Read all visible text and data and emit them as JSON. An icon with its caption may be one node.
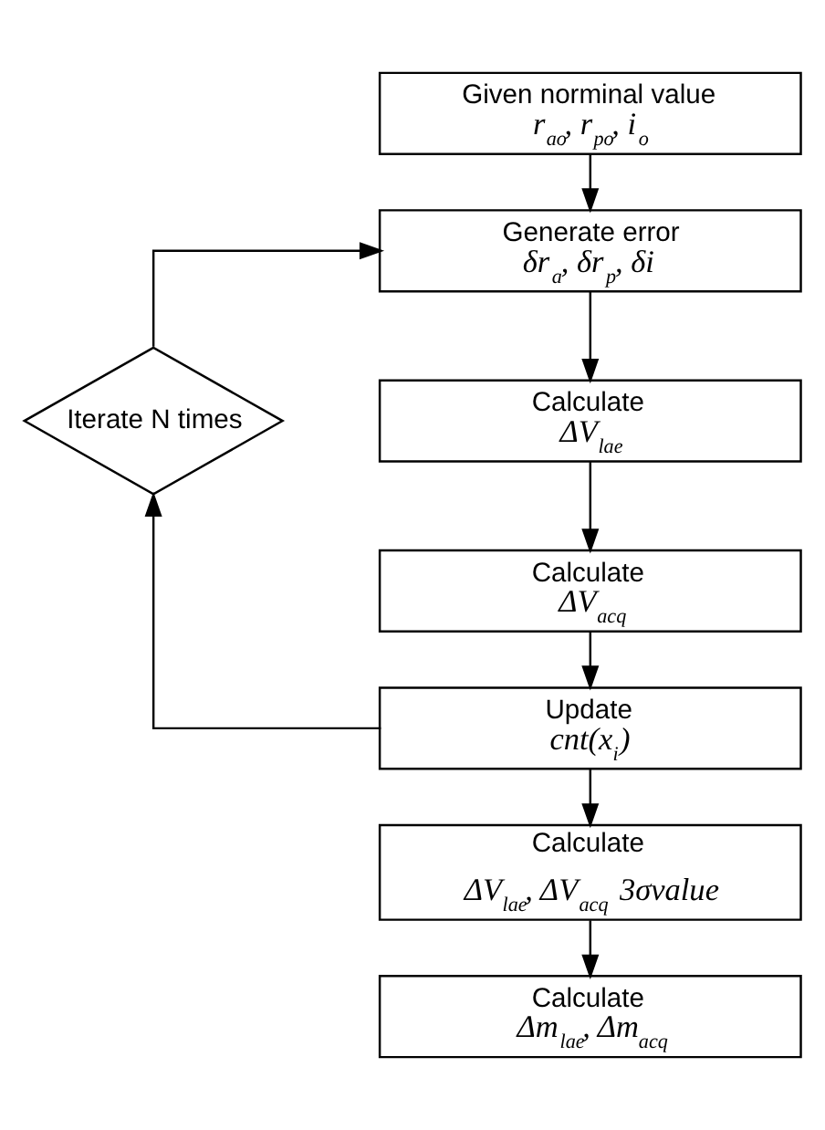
{
  "diagram": {
    "nodes": [
      {
        "text": [
          "Given norminal value",
          "r$_{ao}$, r$_{po}$, i$_{o}$"
        ]
      },
      {
        "text": [
          "Generate error",
          "δr$_{a}$, δr$_{p}$, δi"
        ]
      },
      {
        "text": [
          "Calculate",
          "ΔV$_{lae}$"
        ]
      },
      {
        "text": [
          "Calculate",
          "ΔV$_{acq}$"
        ]
      },
      {
        "text": [
          "Update",
          "cnt(x$_{i}$)"
        ]
      },
      {
        "text": [
          "Calculate",
          "ΔV$_{lae}$, ΔV$_{acq}$ 3σvalue"
        ]
      },
      {
        "text": [
          "Calculate",
          "Δm$_{lae}$, Δm$_{acq}$"
        ]
      },
      {
        "text": [
          "Iterate N times"
        ]
      }
    ],
    "edges": [
      {
        "from": 0,
        "to": 1,
        "arrow": "to"
      },
      {
        "from": 1,
        "to": 2,
        "arrow": "to"
      },
      {
        "from": 2,
        "to": 3,
        "arrow": "to"
      },
      {
        "from": 3,
        "to": 4,
        "arrow": "to"
      },
      {
        "from": 4,
        "to": 7,
        "arrow": "to"
      },
      {
        "from": 7,
        "to": 1,
        "arrow": "to"
      },
      {
        "from": 4,
        "to": 5,
        "arrow": "to"
      },
      {
        "from": 5,
        "to": 6,
        "arrow": "to"
      }
    ]
  }
}
